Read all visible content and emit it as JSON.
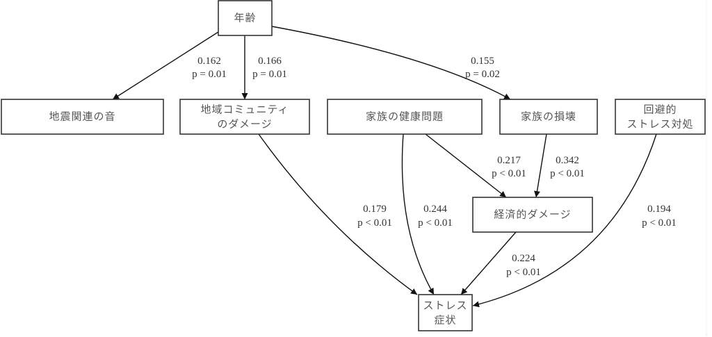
{
  "diagram": {
    "nodes": {
      "age": {
        "lines": [
          "年齢"
        ]
      },
      "quake_sound": {
        "lines": [
          "地震関連の音"
        ]
      },
      "community_damage": {
        "lines": [
          "地域コミュニティ",
          "のダメージ"
        ]
      },
      "family_health": {
        "lines": [
          "家族の健康問題"
        ]
      },
      "family_loss": {
        "lines": [
          "家族の損壊"
        ]
      },
      "avoidant_coping": {
        "lines": [
          "回避的",
          "ストレス対処"
        ]
      },
      "economic_damage": {
        "lines": [
          "経済的ダメージ"
        ]
      },
      "stress_symptoms": {
        "lines": [
          "ストレス",
          "症状"
        ]
      }
    },
    "edges": [
      {
        "from": "age",
        "to": "quake_sound",
        "coef": "0.162",
        "p": "p = 0.01"
      },
      {
        "from": "age",
        "to": "community_damage",
        "coef": "0.166",
        "p": "p = 0.01"
      },
      {
        "from": "age",
        "to": "family_loss",
        "coef": "0.155",
        "p": "p = 0.02"
      },
      {
        "from": "family_health",
        "to": "economic_damage",
        "coef": "0.217",
        "p": "p < 0.01"
      },
      {
        "from": "family_loss",
        "to": "economic_damage",
        "coef": "0.342",
        "p": "p < 0.01"
      },
      {
        "from": "community_damage",
        "to": "stress_symptoms",
        "coef": "0.179",
        "p": "p < 0.01"
      },
      {
        "from": "family_health",
        "to": "stress_symptoms",
        "coef": "0.244",
        "p": "p < 0.01"
      },
      {
        "from": "economic_damage",
        "to": "stress_symptoms",
        "coef": "0.224",
        "p": "p < 0.01"
      },
      {
        "from": "avoidant_coping",
        "to": "stress_symptoms",
        "coef": "0.194",
        "p": "p < 0.01"
      }
    ]
  }
}
